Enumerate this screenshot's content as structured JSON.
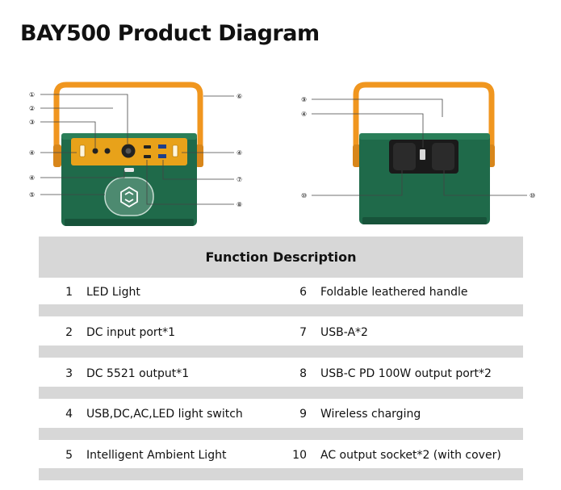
{
  "title": "BAY500 Product Diagram",
  "callouts": {
    "c1": "①",
    "c2": "②",
    "c3": "③",
    "c4": "④",
    "c5": "⑤",
    "c6": "⑥",
    "c7": "⑦",
    "c8": "⑧",
    "c9": "⑨",
    "c10": "⑩"
  },
  "table": {
    "header": "Function Description",
    "rows": [
      {
        "left_num": "1",
        "left_text": "LED Light",
        "right_num": "6",
        "right_text": "Foldable leathered handle"
      },
      {
        "left_num": "2",
        "left_text": "DC input port*1",
        "right_num": "7",
        "right_text": "USB-A*2"
      },
      {
        "left_num": "3",
        "left_text": "DC 5521 output*1",
        "right_num": "8",
        "right_text": "USB-C PD 100W output port*2"
      },
      {
        "left_num": "4",
        "left_text": "USB,DC,AC,LED light switch",
        "right_num": "9",
        "right_text": "Wireless charging"
      },
      {
        "left_num": "5",
        "left_text": "Intelligent Ambient Light",
        "right_num": "10",
        "right_text": "AC output socket*2 (with cover)"
      }
    ]
  },
  "colors": {
    "body_green": "#1f6a4a",
    "panel_orange": "#e8a21a",
    "handle_orange": "#f0961f",
    "header_gray": "#d7d7d7"
  }
}
